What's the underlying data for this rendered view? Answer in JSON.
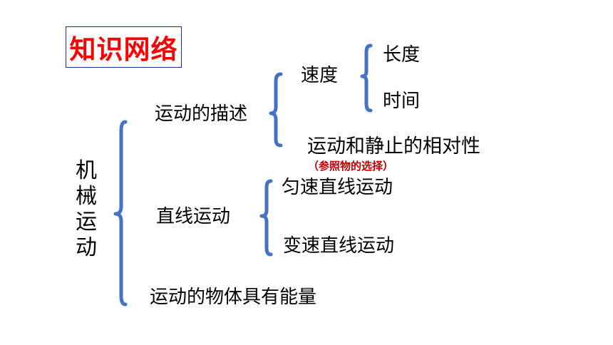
{
  "title": "知识网络",
  "root": [
    "机",
    "械",
    "运",
    "动"
  ],
  "branches": {
    "description": "运动的描述",
    "speed": "速度",
    "length": "长度",
    "time": "时间",
    "relativity": "运动和静止的相对性",
    "reference_note": "（参照物的选择）",
    "linear": "直线运动",
    "uniform": "匀速直线运动",
    "variable": "变速直线运动",
    "energy": "运动的物体具有能量"
  },
  "colors": {
    "brace": "#4472c4",
    "title": "#ff0000",
    "note": "#c00000",
    "title_border": "#1f2f8f"
  }
}
